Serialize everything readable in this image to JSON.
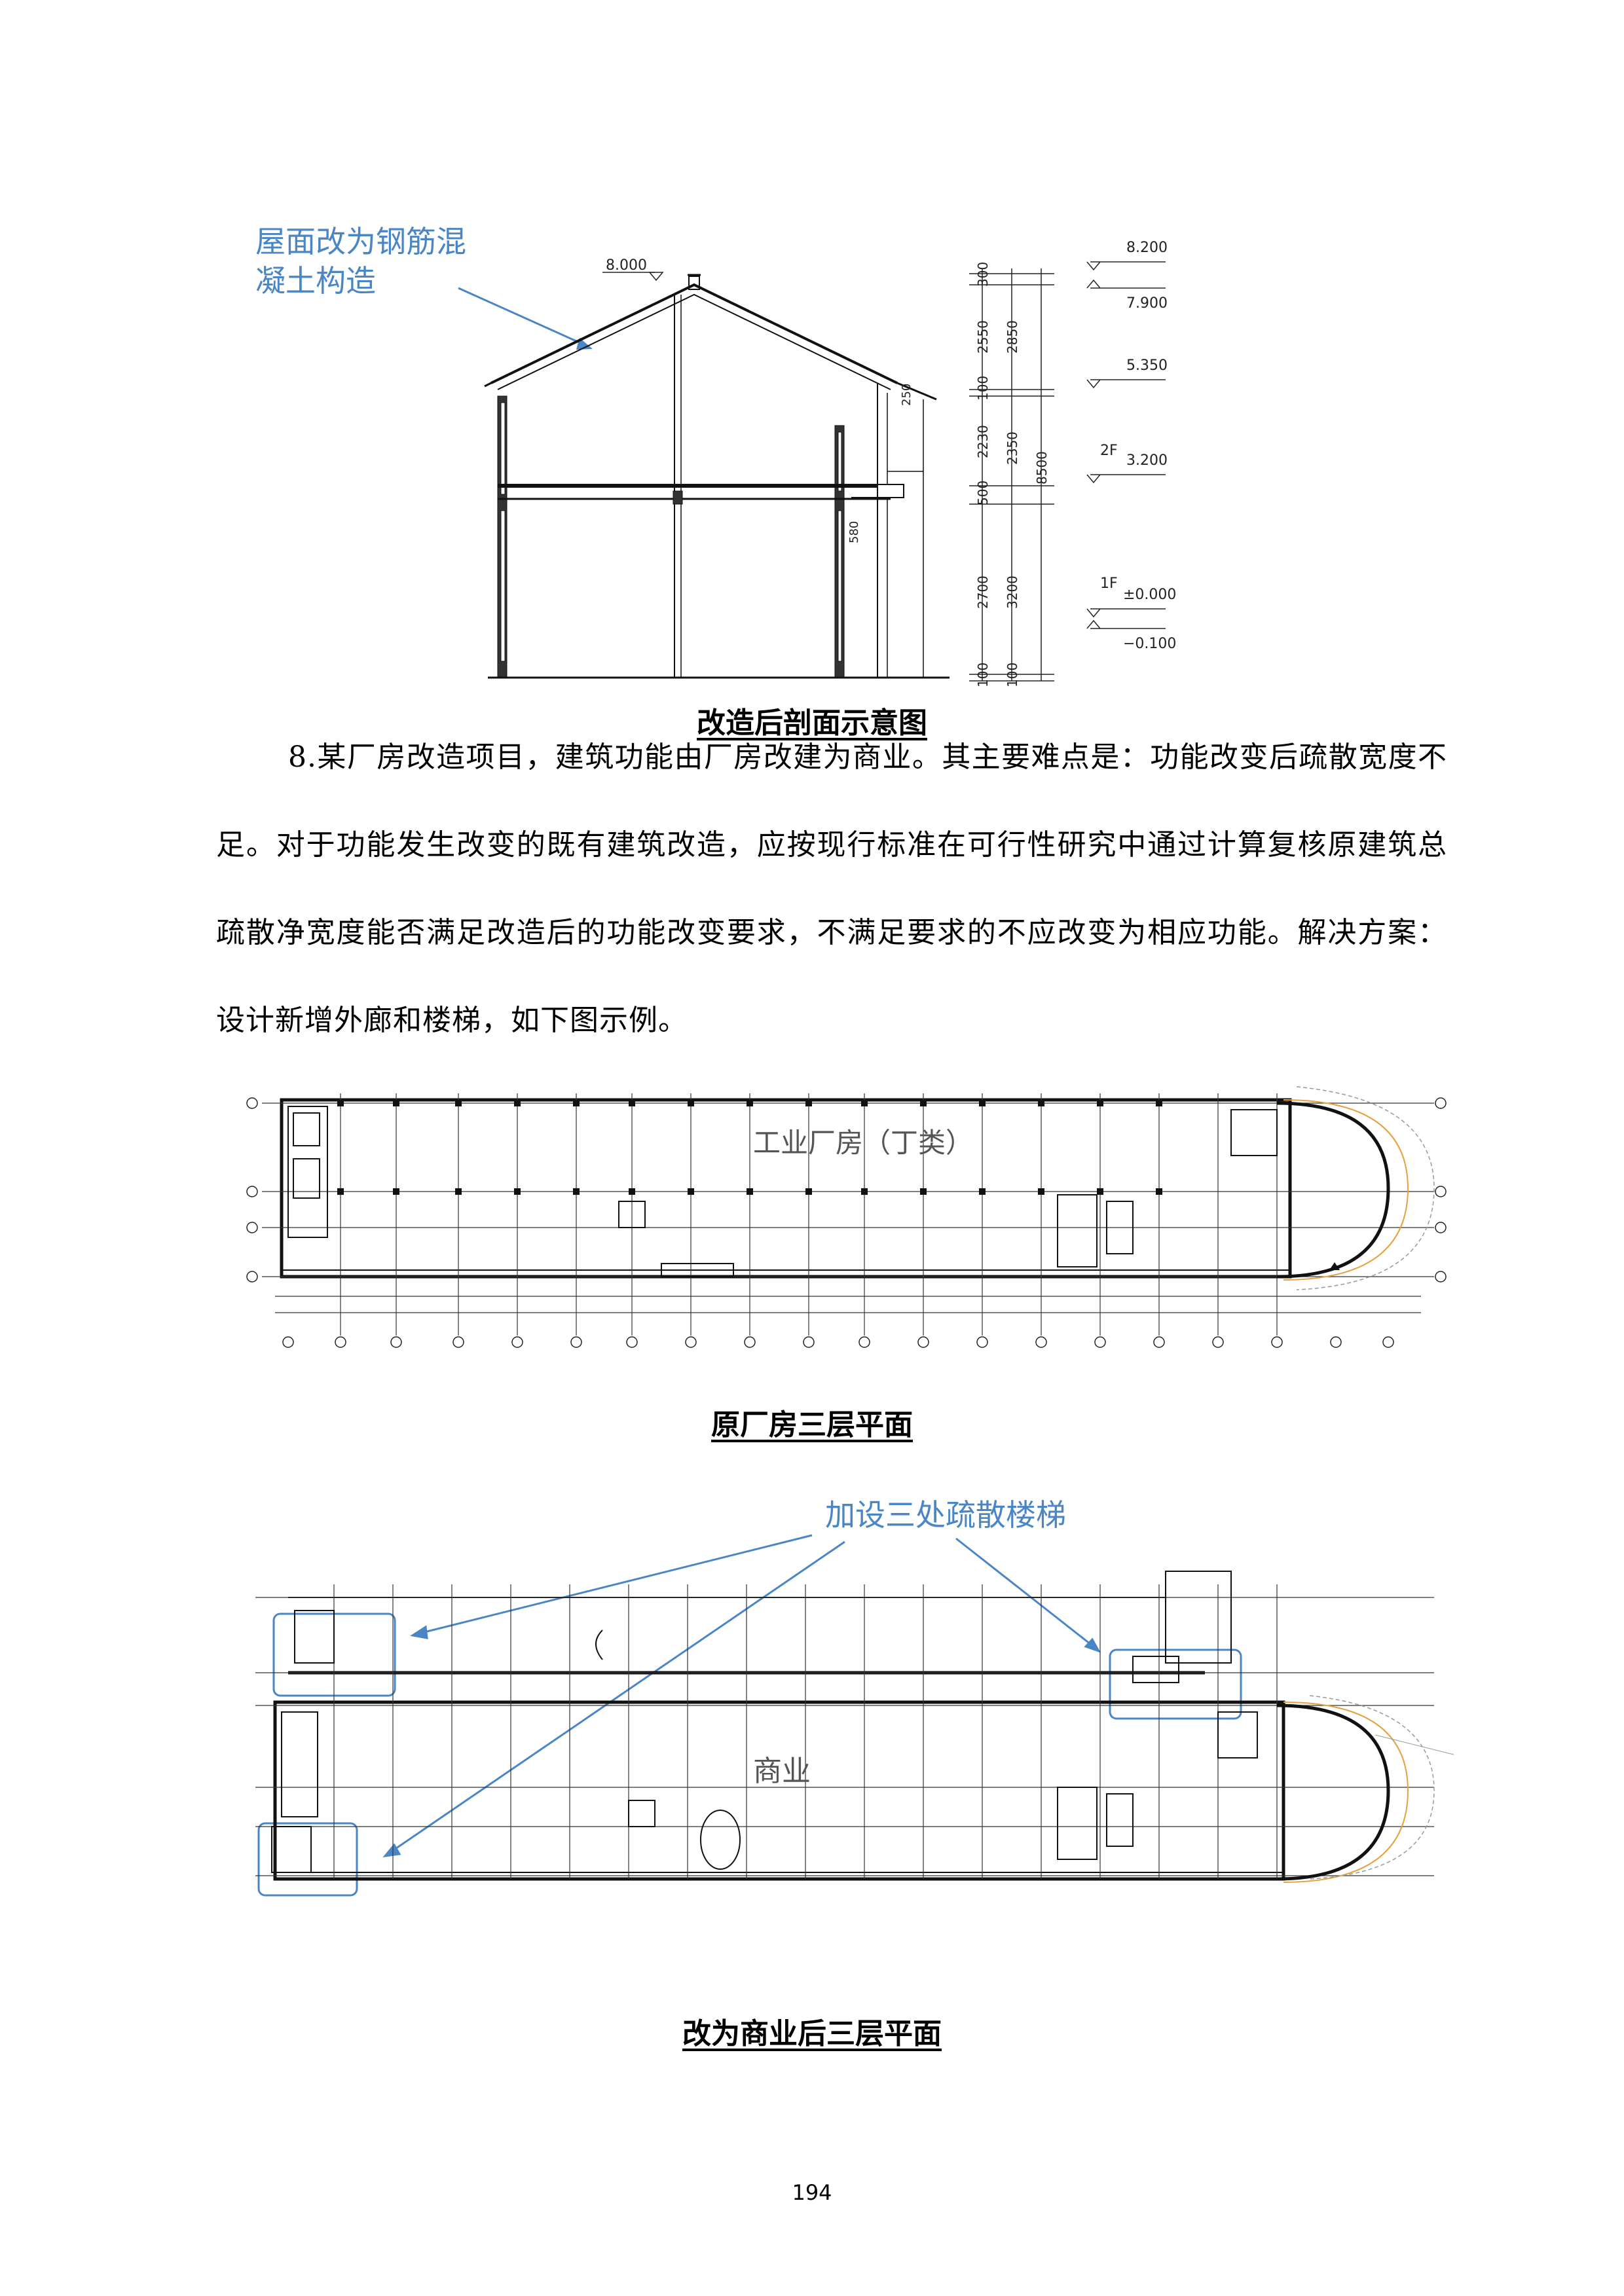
{
  "section_figure": {
    "annotation": [
      "屋面改为钢筋混",
      "凝土构造"
    ],
    "ridge_level": "8.000",
    "levels": [
      "8.200",
      "7.900",
      "5.350",
      "3.200",
      "±0.000",
      "−0.100"
    ],
    "floor_marks": [
      "2F",
      "1F"
    ],
    "dims_col1": [
      "300",
      "2550",
      "100",
      "2230",
      "500",
      "2700",
      "100"
    ],
    "dims_col2": [
      "2850",
      "2350",
      "3200",
      "100"
    ],
    "dims_col3": [
      "8500"
    ],
    "small_dims": [
      "250",
      "580"
    ],
    "caption": "改造后剖面示意图"
  },
  "paragraph": {
    "text": "8.某厂房改造项目，建筑功能由厂房改建为商业。其主要难点是：功能改变后疏散宽度不足。对于功能发生改变的既有建筑改造，应按现行标准在可行性研究中通过计算复核原建筑总疏散净宽度能否满足改造后的功能改变要求，不满足要求的不应改变为相应功能。解决方案：设计新增外廊和楼梯，如下图示例。"
  },
  "plan_original": {
    "label": "工业厂房（丁类）",
    "caption": "原厂房三层平面"
  },
  "plan_modified": {
    "annotation": "加设三处疏散楼梯",
    "label": "商业",
    "caption": "改为商业后三层平面"
  },
  "page_number": "194",
  "colors": {
    "annotation_blue": "#4a86c5",
    "highlight_orange": "#e8a040"
  }
}
